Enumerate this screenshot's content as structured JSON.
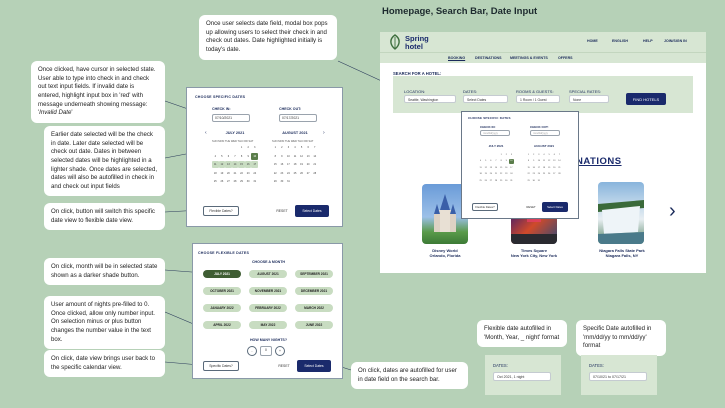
{
  "page_title": "Homepage, Search Bar, Date Input",
  "notes": {
    "modal": "Once user selects date field, modal box pops up allowing users to select their check in and check out dates. Date highlighted initially is today's date.",
    "cursor_pre": "Once clicked,  have cursor in selected state. User able to type into check in and check out text input fields. If invalid date is entered, highlight input box in 'red' with message underneath showing message: '",
    "cursor_em": "Invalid Date",
    "cursor_post": "'",
    "range": "Earlier date selected will be the check in date. Later date selected will be check out date. Dates in between selected dates will be highlighted in a lighter shade. Once dates are selected, dates will also be autofilled in check in and check out input fields",
    "flex_switch": "On click, button will switch this specific date view to flexible date view.",
    "month_sel": "On click, month will be in selected state shown as a darker shade button.",
    "nights": "User amount of nights pre-filled to 0. Once clicked, allow only number input. On selection minus or plus button changes the number value in the text box.",
    "back_cal": "On click, date view brings user back to the specific calendar view.",
    "autofill": "On click, dates are autofilled for user in date field on the search bar.",
    "flex_fmt": "Flexible date autofilled in 'Month, Year, _ night' format",
    "spec_fmt": "Specific Date autofilled in 'mm/dd/yy to mm/dd/yy' format"
  },
  "specific_panel": {
    "title": "CHOOSE SPECIFIC DATES",
    "check_in_label": "CHECK IN:",
    "check_in_value": "07/10/2021",
    "check_out_label": "CHECK OUT:",
    "check_out_value": "07/17/2021",
    "month1": "JULY 2021",
    "month2": "AUGUST 2021",
    "dow": "SUN MON TUE WED THU FRI SAT",
    "flex_button": "Flexible Dates?",
    "reset": "RESET",
    "select": "Select Dates"
  },
  "flex_panel": {
    "title": "CHOOSE FLEXIBLE DATES",
    "subtitle": "CHOOSE A MONTH",
    "months": [
      "JULY 2021",
      "AUGUST 2021",
      "SEPTEMBER 2021",
      "OCTOBER 2021",
      "NOVEMBER 2021",
      "DECEMBER 2021",
      "JANUARY 2022",
      "FEBRUARY 2022",
      "MARCH 2022",
      "APRIL 2022",
      "MAY 2022",
      "JUNE 2022"
    ],
    "nights_label": "HOW MANY NIGHTS?",
    "nights_value": "0",
    "minus": "-",
    "plus": "+",
    "specific_button": "Specific Dates?",
    "reset": "RESET",
    "select": "Select Dates"
  },
  "site": {
    "logo_line1": "Spring",
    "logo_line2": "hotel",
    "links": [
      "HOME",
      "ENGLISH",
      "HELP",
      "JOIN/SIGN IN"
    ],
    "nav": [
      "BOOKING",
      "DESTINATIONS",
      "MEETINGS & EVENTS",
      "OFFERS"
    ],
    "search_title": "SEARCH FOR A HOTEL:",
    "location_label": "LOCATION:",
    "location_value": "Seattle, Washington",
    "dates_label": "DATES:",
    "dates_value": "Select Dates",
    "rooms_label": "ROOMS & GUESTS:",
    "rooms_value": "1 Room / 1 Guest",
    "rates_label": "SPECIAL RATES:",
    "rates_value": "None",
    "find_button": "FIND HOTELS",
    "destinations_heading": "NATIONS",
    "destinations": [
      {
        "line1": "Disney World",
        "line2": "Orlando, Florida"
      },
      {
        "line1": "Times Square",
        "line2": "New York City, New York"
      },
      {
        "line1": "Niagara Falls State Park",
        "line2": "Niagara Falls, NY"
      }
    ]
  },
  "mini_modal": {
    "title": "CHOOSE SPECIFIC DATES",
    "check_in_label": "CHECK IN:",
    "check_in_value": "mm/dd/yyyy",
    "check_out_label": "CHECK OUT:",
    "check_out_value": "mm/dd/yyyy",
    "month1": "JULY 2021",
    "month2": "AUGUST 2021",
    "flex_button": "Flexible Dates?",
    "reset": "RESET",
    "select": "Select Dates"
  },
  "examples": {
    "flex": {
      "label": "DATES:",
      "value": "Oct 2021, 1 night"
    },
    "spec": {
      "label": "DATES:",
      "value": "07/10/21 to 07/17/21"
    }
  },
  "calendar": {
    "july_first_weekday": 4,
    "july_days": 31,
    "august_first_weekday": 0,
    "august_days": 31,
    "july_selected_day": 10,
    "july_range_start": 10,
    "july_range_end": 17,
    "mini_today": 10
  },
  "colors": {
    "background": "#b6d1b7",
    "accent_navy": "#1a2a6c",
    "selected_green": "#5a7d4a",
    "range_green": "#c8dcc1",
    "site_header": "#d7e6d3"
  }
}
